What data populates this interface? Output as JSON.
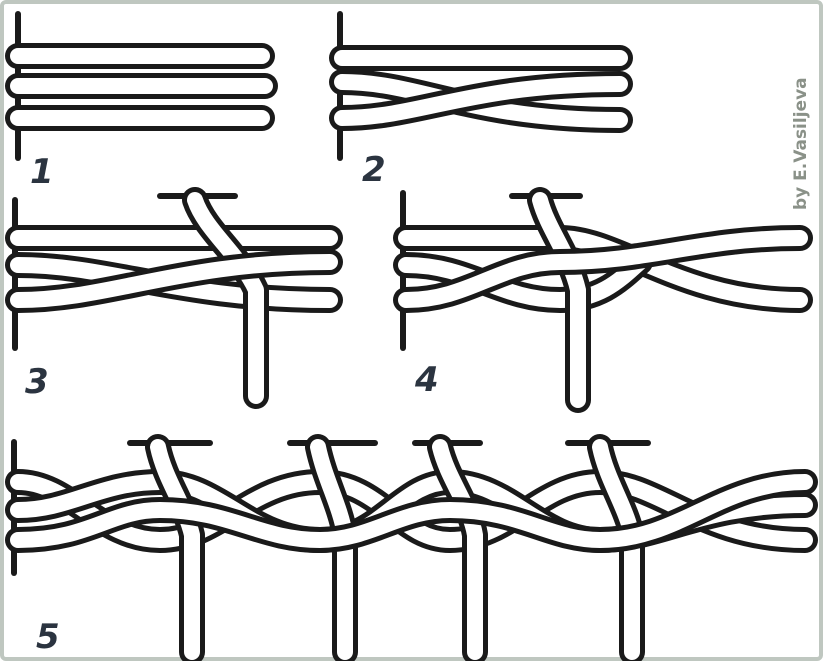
{
  "diagram": {
    "steps": [
      {
        "id": "step-1",
        "number": "1"
      },
      {
        "id": "step-2",
        "number": "2"
      },
      {
        "id": "step-3",
        "number": "3"
      },
      {
        "id": "step-4",
        "number": "4"
      },
      {
        "id": "step-5",
        "number": "5"
      }
    ],
    "credit": "by E.Vasiljeva"
  },
  "colors": {
    "ink": "#1a1a1a",
    "rope_fill": "#ffffff",
    "label": "#2b3440",
    "credit": "#8a9188",
    "border": "#bfc7c0",
    "background": "#ffffff"
  }
}
